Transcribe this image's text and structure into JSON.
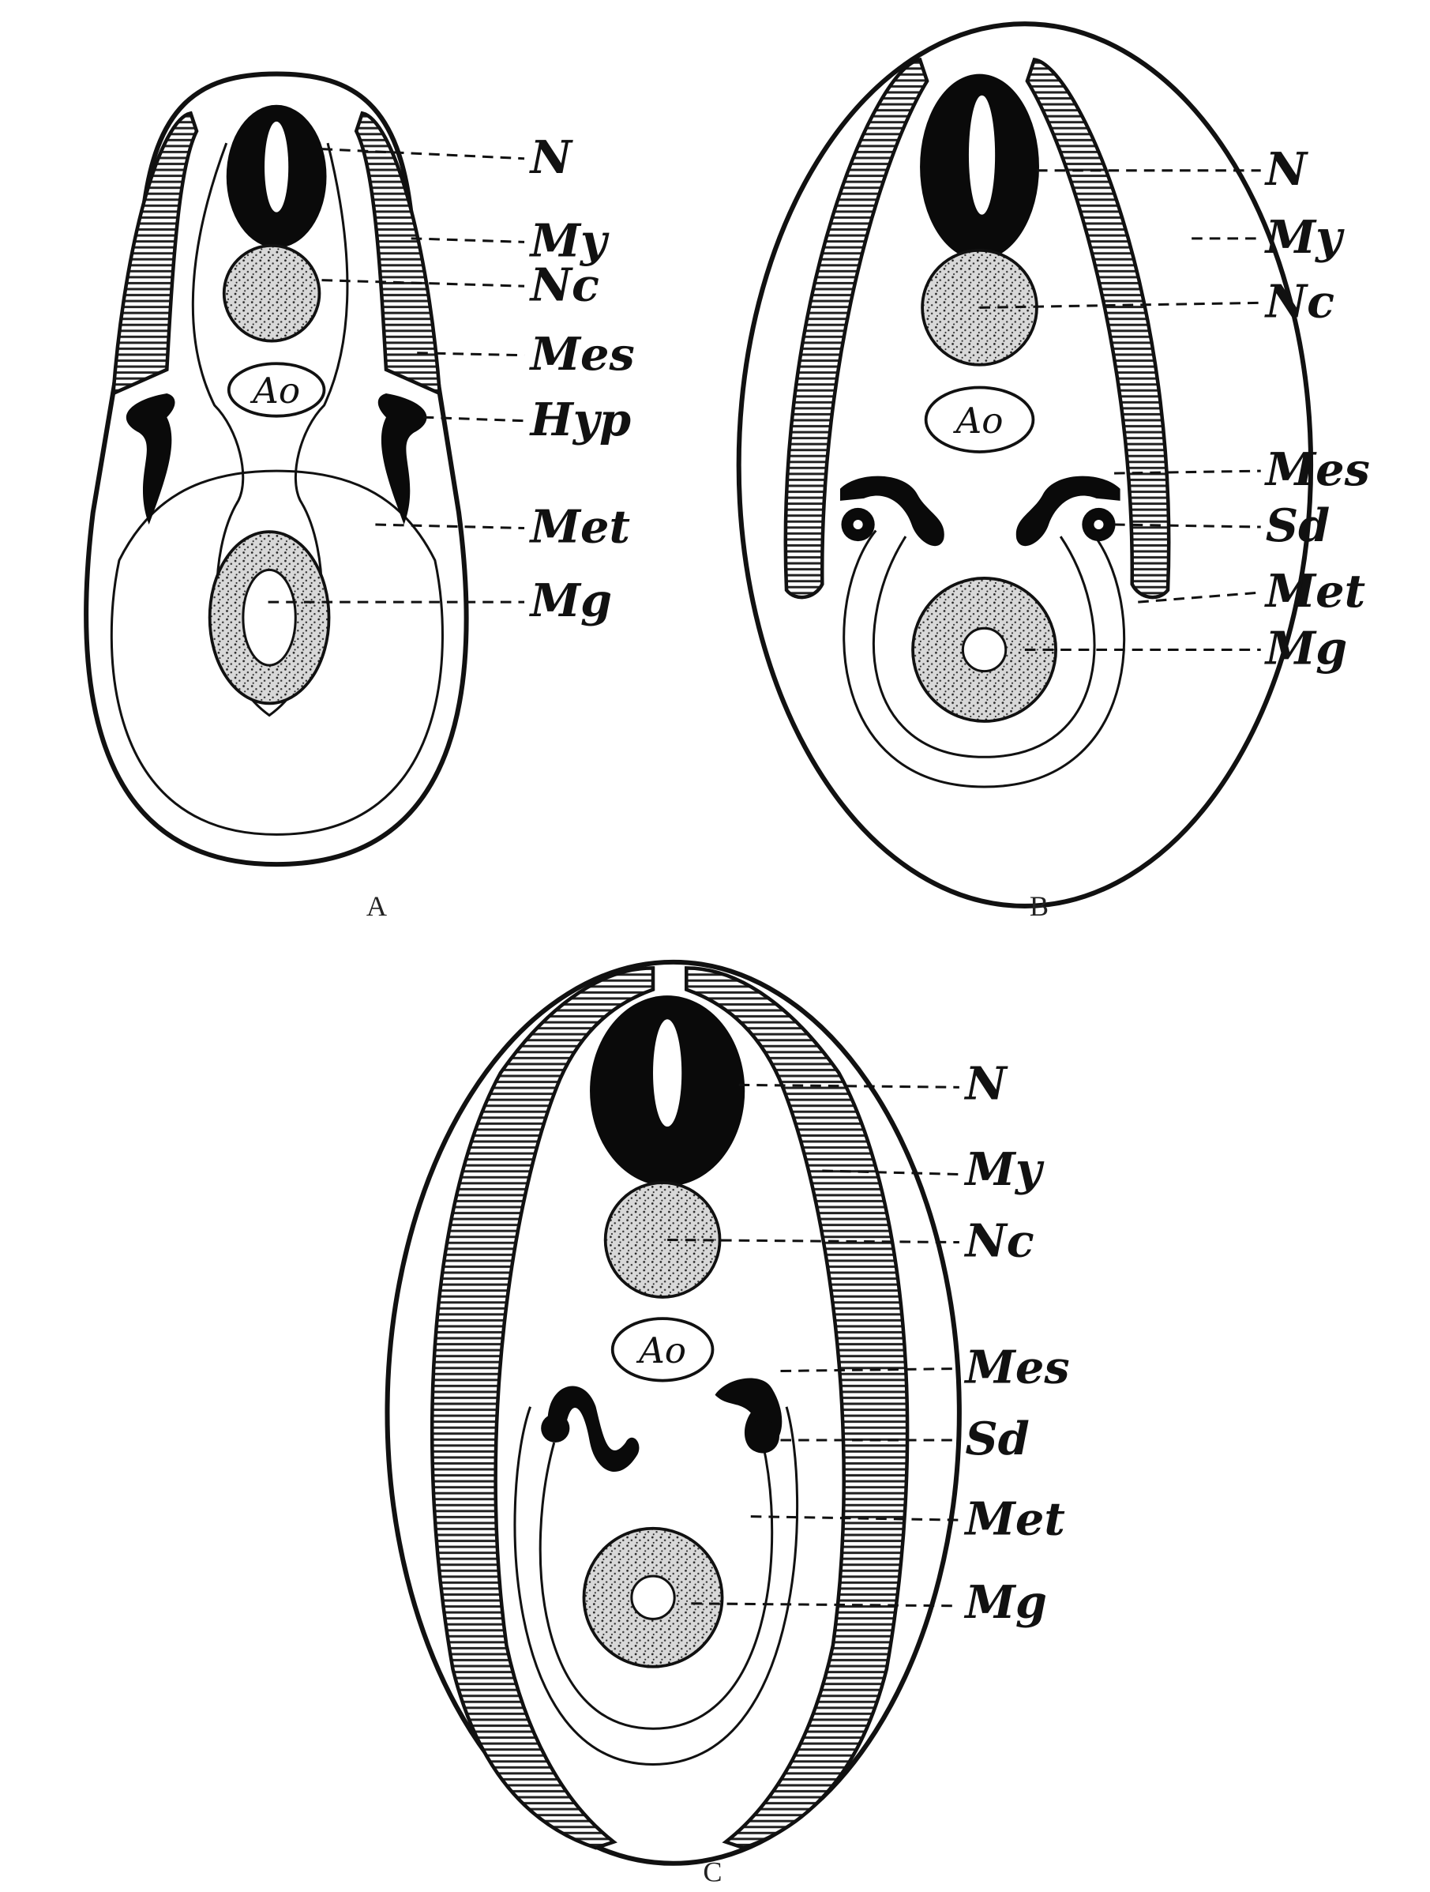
{
  "figures": [
    {
      "panel_label": "A",
      "ao": "Ao",
      "labels": [
        "N",
        "My",
        "Nc",
        "Mes",
        "Hyp",
        "Met",
        "Mg"
      ]
    },
    {
      "panel_label": "B",
      "ao": "Ao",
      "labels": [
        "N",
        "My",
        "Nc",
        "Mes",
        "Sd",
        "Met",
        "Mg"
      ]
    },
    {
      "panel_label": "C",
      "ao": "Ao",
      "labels": [
        "N",
        "My",
        "Nc",
        "Mes",
        "Sd",
        "Met",
        "Mg"
      ]
    }
  ]
}
